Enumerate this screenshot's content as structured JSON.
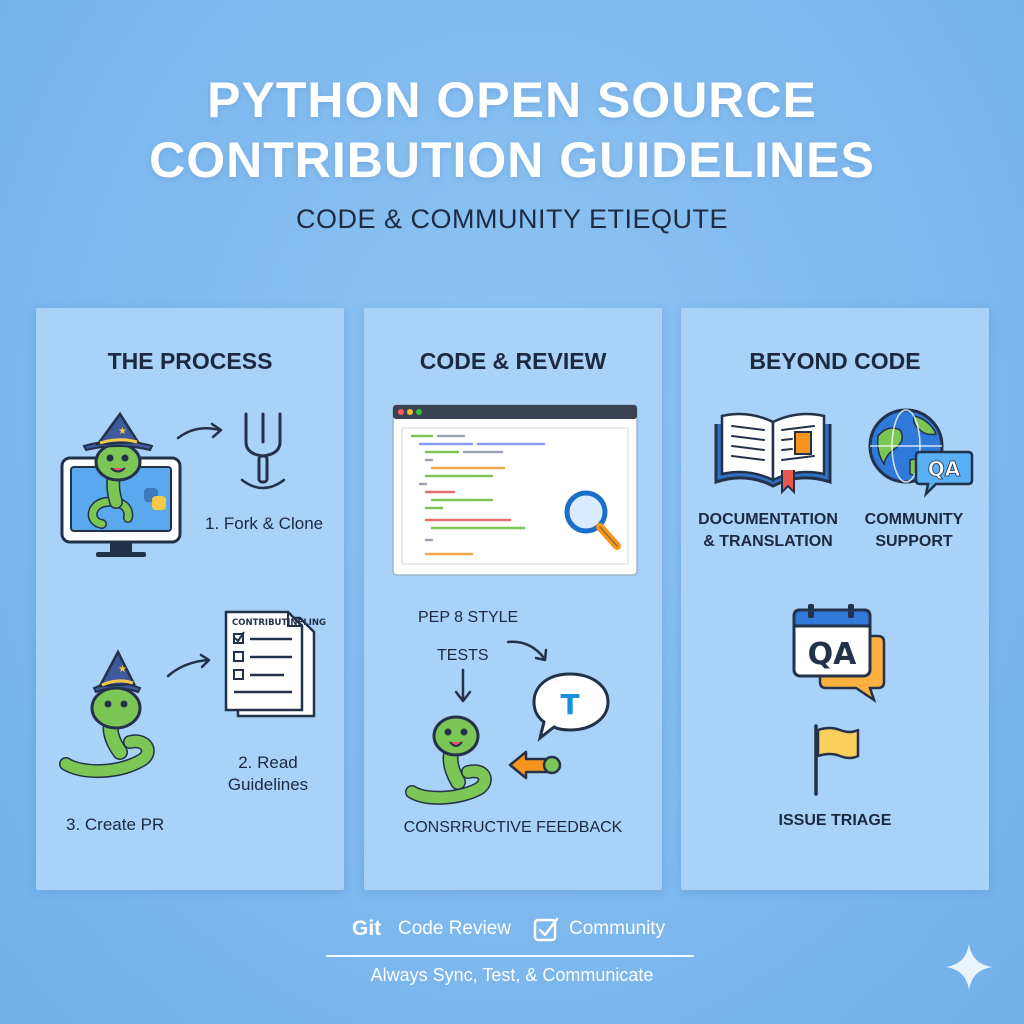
{
  "header": {
    "title_line1": "PYTHON OPEN SOURCE",
    "title_line2": "CONTRIBUTION GUIDELINES",
    "subtitle": "CODE & COMMUNITY ETIEQUTE"
  },
  "process": {
    "title": "THE PROCESS",
    "step1": "1. Fork & Clone",
    "step2_line1": "2. Read",
    "step2_line2": "Guidelines",
    "step3": "3. Create PR",
    "doc_heading": "CONTRIBUTINELING"
  },
  "review": {
    "title": "CODE & REVIEW",
    "pep8": "PEP 8 STYLE",
    "tests": "TESTS",
    "feedback": "CONSRRUCTIVE FEEDBACK",
    "bubble_glyph": "T"
  },
  "beyond": {
    "title": "BEYOND CODE",
    "docs_line1": "DOCUMENTATION",
    "docs_line2": "& TRANSLATION",
    "community_line1": "COMMUNITY",
    "community_line2": "SUPPORT",
    "qa_small": "QA",
    "qa_large": "QA",
    "triage": "ISSUE TRIAGE"
  },
  "footer": {
    "git": "Git",
    "code_review": "Code Review",
    "community": "Community",
    "tagline": "Always Sync, Test, & Communicate"
  },
  "colors": {
    "background": "#7db8ee",
    "panel": "#a8d2f8",
    "snake_green": "#7cc655",
    "hat_blue": "#3c5a9c",
    "accent_orange": "#f7941d",
    "flag_yellow": "#fbcf5b"
  }
}
